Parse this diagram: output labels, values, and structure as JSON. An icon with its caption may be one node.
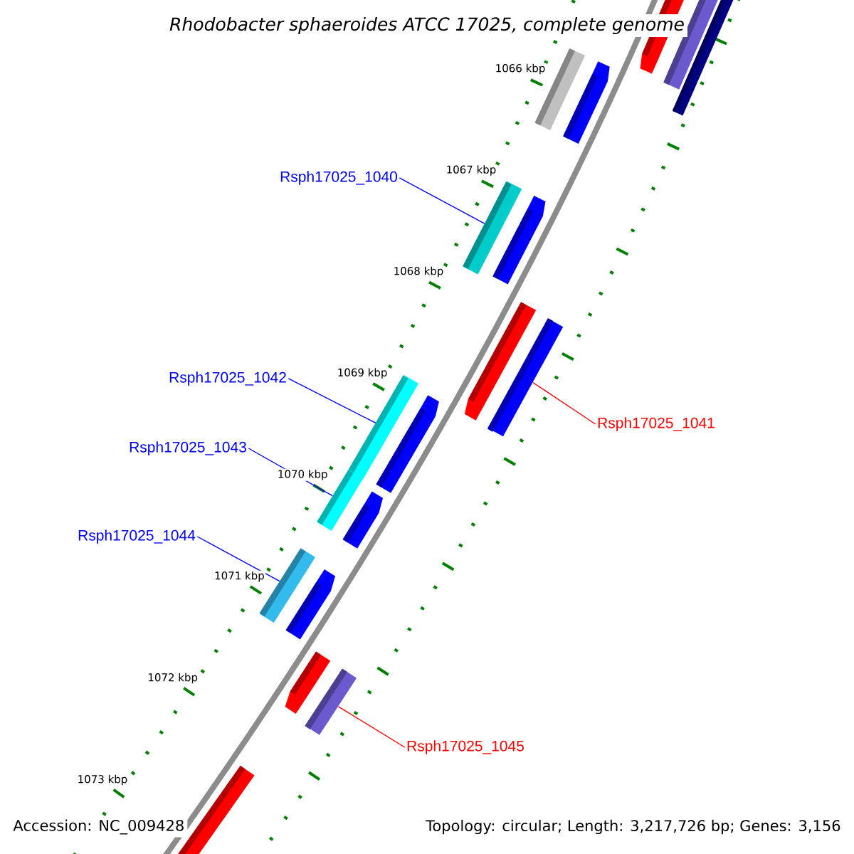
{
  "diagram": {
    "title": "Rhodobacter sphaeroides ATCC 17025, complete genome",
    "nodes": [
      {
        "text": [
          "Rsph17025_1040"
        ]
      },
      {
        "text": [
          "Rsph17025_1042"
        ]
      },
      {
        "text": [
          "Rsph17025_1041"
        ]
      },
      {
        "text": [
          "Rsph17025_1043"
        ]
      },
      {
        "text": [
          "Rsph17025_1044"
        ]
      },
      {
        "text": [
          "Rsph17025_1045"
        ]
      },
      {
        "text": [],
        "shape": "bar"
      },
      {
        "text": [],
        "shape": "bar"
      },
      {
        "text": [],
        "shape": "bar"
      },
      {
        "text": [],
        "shape": "bar"
      },
      {
        "text": [],
        "shape": "bar"
      },
      {
        "text": [],
        "shape": "bar"
      }
    ],
    "edges": [
      {
        "from": 0,
        "to": 6,
        "arrow": "none"
      },
      {
        "from": 1,
        "to": 7,
        "arrow": "none"
      },
      {
        "from": 2,
        "to": 8,
        "arrow": "none",
        "color": "#ff0000"
      },
      {
        "from": 3,
        "to": 9,
        "arrow": "none"
      },
      {
        "from": 4,
        "to": 10,
        "arrow": "none"
      },
      {
        "from": 5,
        "to": 11,
        "arrow": "none",
        "color": "#ff0000"
      }
    ],
    "labels": [
      "1066 kbp",
      "1067 kbp",
      "1068 kbp",
      "1069 kbp",
      "1070 kbp",
      "1071 kbp",
      "1072 kbp",
      "1073 kbp",
      "Accession: NC_009428",
      "Topology: circular; Length: 3,217,726 bp; Genes: 3,156"
    ]
  }
}
